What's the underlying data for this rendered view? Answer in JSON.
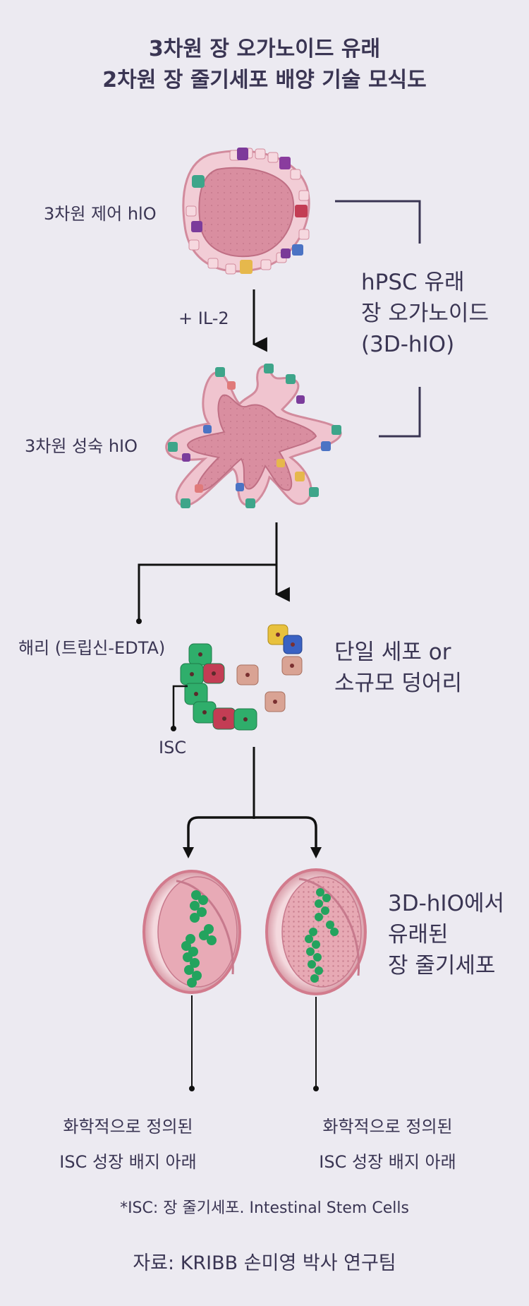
{
  "title": {
    "line1": "3차원 장 오가노이드 유래",
    "line2": "2차원 장 줄기세포 배양 기술 모식도"
  },
  "labels": {
    "control_hio": "3차원 제어 hlO",
    "il2": "+ IL-2",
    "mature_hio": "3차원 성숙 hIO",
    "hpsc": [
      "hPSC 유래",
      "장 오가노이드",
      "(3D-hIO)"
    ],
    "dissociation": "해리 (트립신-EDTA)",
    "single_cells": [
      "단일 세포 or",
      "소규모 덩어리"
    ],
    "isc": "ISC",
    "derived_isc": [
      "3D-hIO에서",
      "유래된",
      "장 줄기세포"
    ],
    "left_dish": [
      "화학적으로 정의된",
      "ISC 성장 배지 아래"
    ],
    "right_dish": [
      "화학적으로 정의된",
      "ISC 성장 배지 아래"
    ]
  },
  "footnote": "*ISC: 장 줄기세포. Intestinal Stem Cells",
  "source": "자료: KRIBB 손미영 박사 연구팀",
  "colors": {
    "background": "#eceaf1",
    "text": "#3a3553",
    "stem_cell_green": "#2fae6b",
    "organoid_pink": "#d98ea0"
  }
}
